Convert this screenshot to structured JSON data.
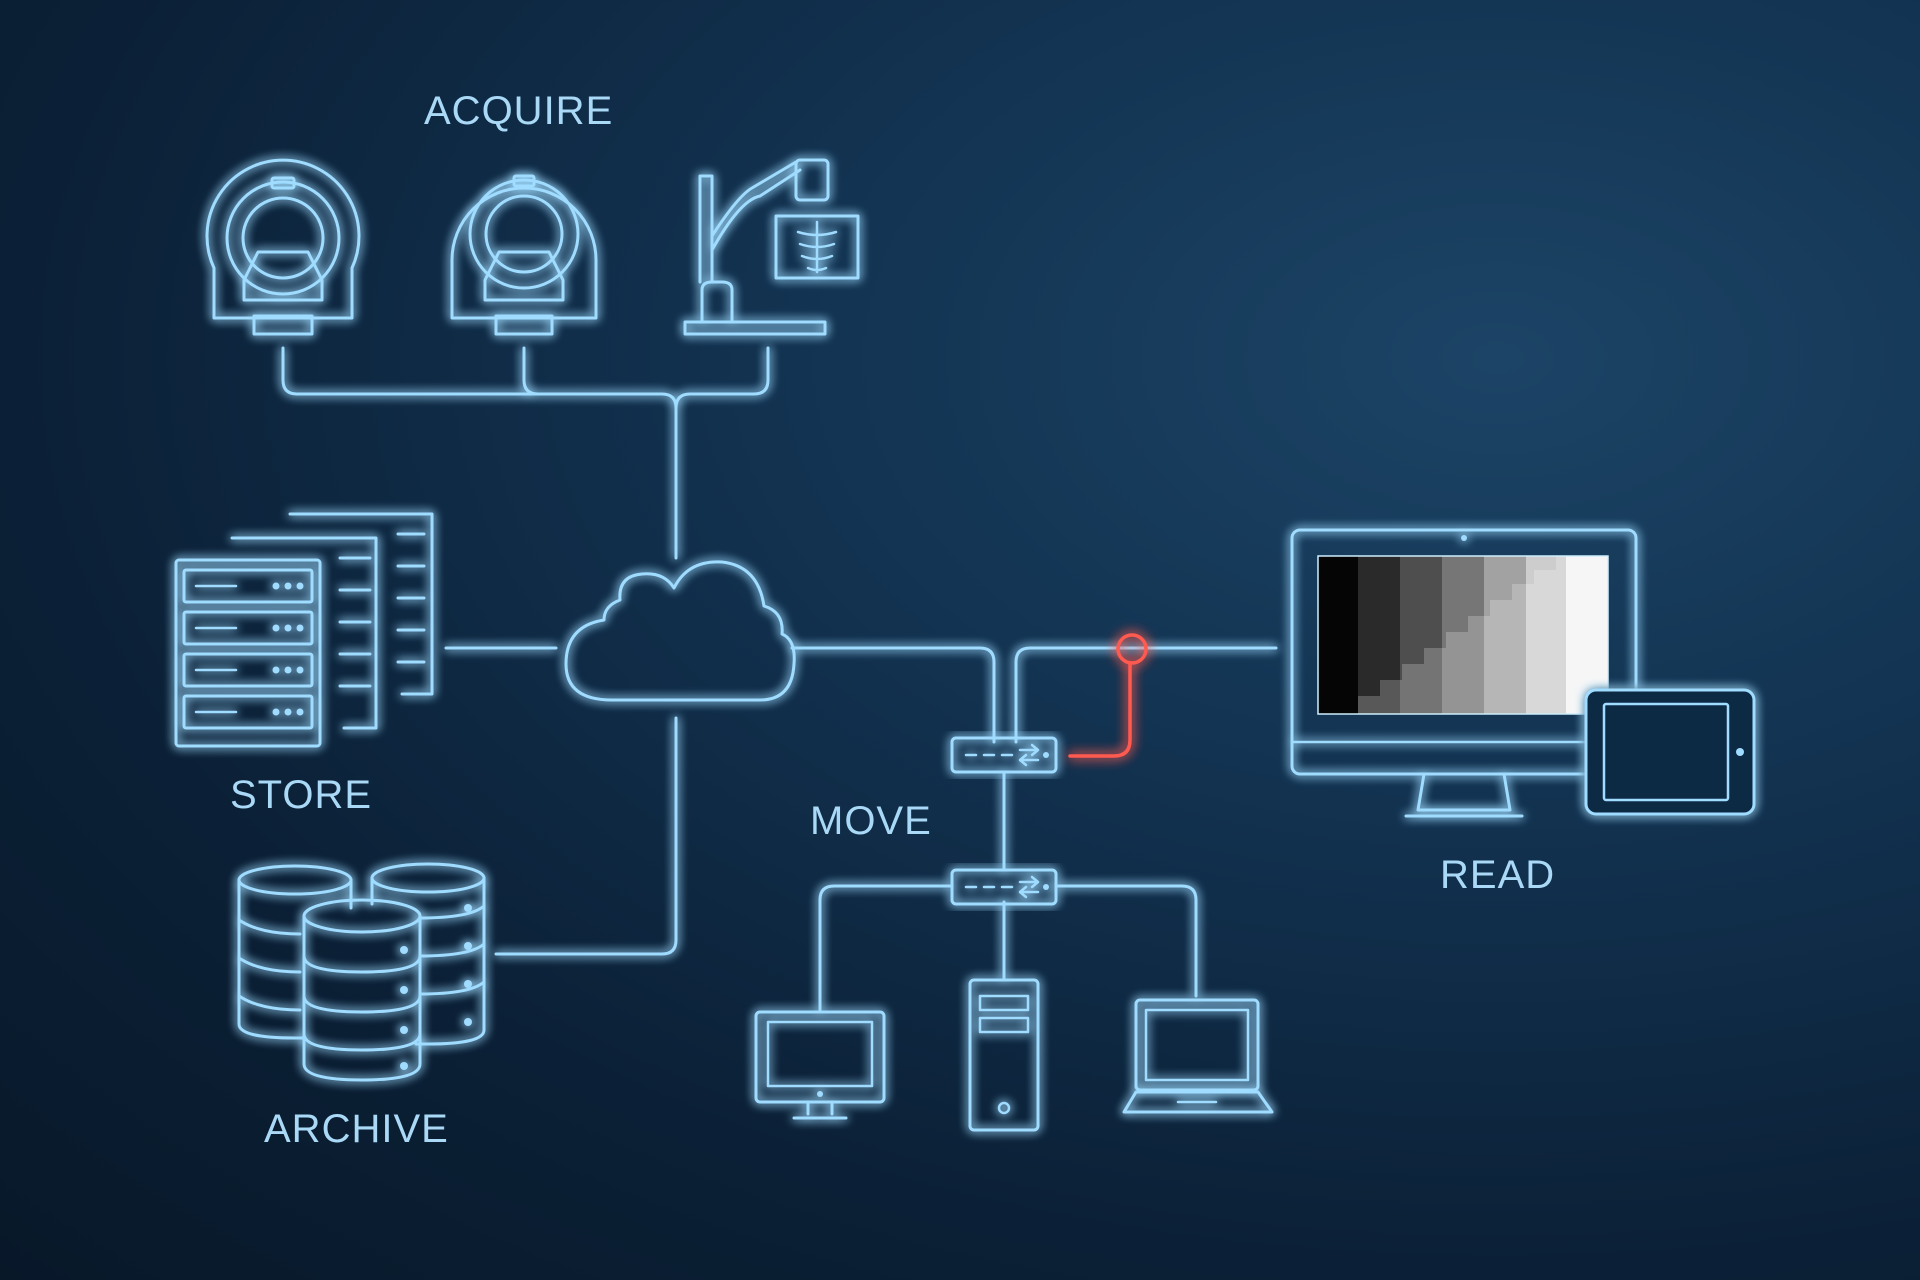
{
  "labels": {
    "acquire": "ACQUIRE",
    "store": "STORE",
    "archive": "ARCHIVE",
    "move": "MOVE",
    "read": "READ"
  },
  "icons": [
    "mri-scanner-icon",
    "ct-scanner-icon",
    "xray-machine-icon",
    "server-rack-icon",
    "database-icon",
    "cloud-icon",
    "network-switch-icon",
    "desktop-monitor-icon",
    "tower-pc-icon",
    "laptop-icon",
    "reading-workstation-icon",
    "tablet-icon"
  ],
  "colors": {
    "line": "#9fdcff",
    "highlight": "#ff5a4f",
    "background": "#0b2036"
  }
}
